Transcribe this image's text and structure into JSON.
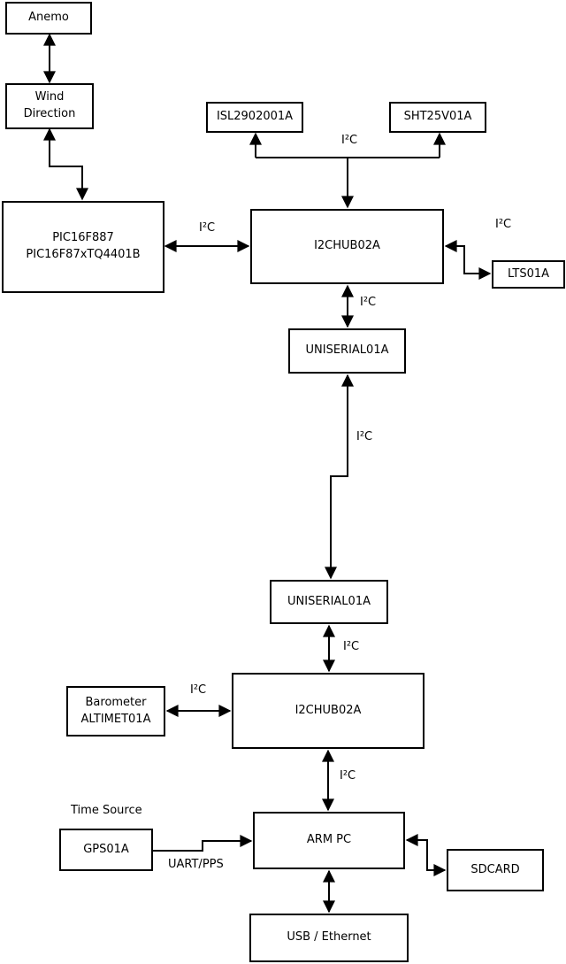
{
  "diagram": {
    "kind": "hardware-block-diagram",
    "colors": {
      "background": "#ffffff",
      "line": "#000000",
      "box_fill": "#ffffff",
      "box_border": "#000000",
      "text": "#000000"
    },
    "boxes": {
      "anemo": {
        "lines": [
          "Anemo"
        ]
      },
      "wind": {
        "lines": [
          "Wind",
          "Direction"
        ]
      },
      "pic": {
        "lines": [
          "PIC16F887",
          "PIC16F87xTQ4401B"
        ]
      },
      "isl": {
        "lines": [
          "ISL2902001A"
        ]
      },
      "sht": {
        "lines": [
          "SHT25V01A"
        ]
      },
      "hub1": {
        "lines": [
          "I2CHUB02A"
        ]
      },
      "lts": {
        "lines": [
          "LTS01A"
        ]
      },
      "uniserial1": {
        "lines": [
          "UNISERIAL01A"
        ]
      },
      "uniserial2": {
        "lines": [
          "UNISERIAL01A"
        ]
      },
      "hub2": {
        "lines": [
          "I2CHUB02A"
        ]
      },
      "barometer": {
        "lines": [
          "Barometer",
          "ALTIMET01A"
        ]
      },
      "arm_pc": {
        "lines": [
          "ARM PC"
        ]
      },
      "gps": {
        "lines": [
          "GPS01A"
        ]
      },
      "sdcard": {
        "lines": [
          "SDCARD"
        ]
      },
      "usb_ethernet": {
        "lines": [
          "USB / Ethernet"
        ]
      }
    },
    "edge_labels": {
      "i2c": "I²C",
      "uart_pps": "UART/PPS",
      "time_source": "Time Source"
    }
  }
}
